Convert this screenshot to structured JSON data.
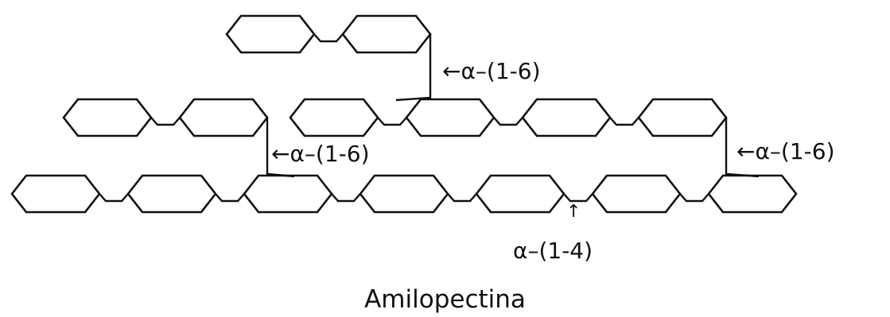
{
  "diagram": {
    "caption": "Amilopectina",
    "bond_labels": {
      "top_branch": "α–(1-6)",
      "left_branch": "α–(1-6)",
      "right_branch": "α–(1-6)",
      "main_chain": "α–(1-4)"
    },
    "arrow_glyph": "←",
    "up_arrow_glyph": "↑",
    "colors": {
      "stroke": "#111111",
      "background": "#ffffff"
    }
  }
}
